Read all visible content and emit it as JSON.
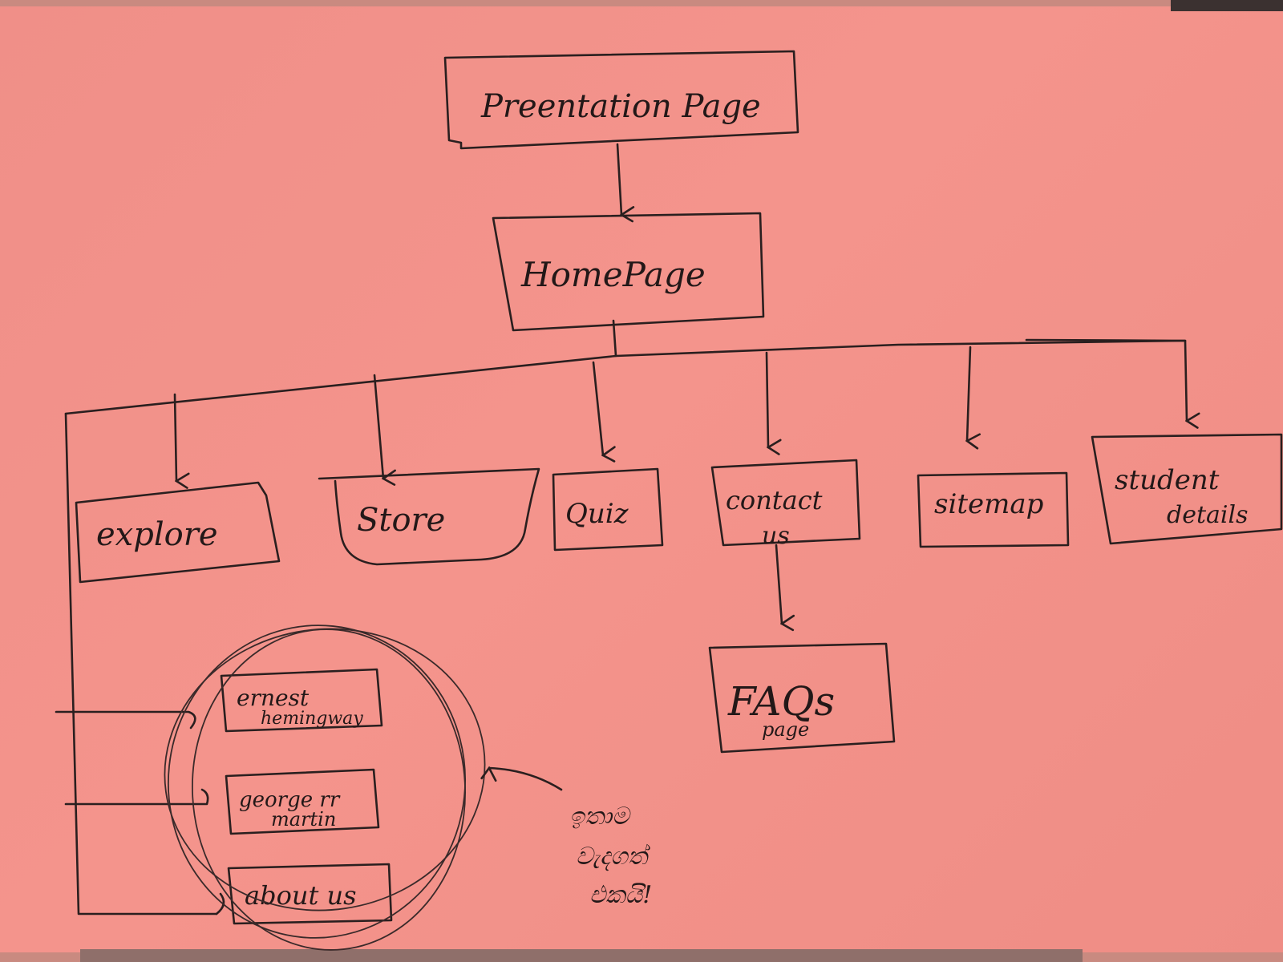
{
  "nodes": {
    "presentation": "Preentation Page",
    "home": "HomePage",
    "explore": "explore",
    "store": "Store",
    "quiz": "Quiz",
    "contact_1": "contact",
    "contact_2": "us",
    "sitemap": "sitemap",
    "student_1": "student",
    "student_2": "details",
    "faqs_1": "FAQs",
    "faqs_2": "page",
    "ernest_1": "ernest",
    "ernest_2": "hemingway",
    "george_1": "george rr",
    "george_2": "martin",
    "about": "about us"
  },
  "annotation": [
    "ඉතාම",
    "වැදගත්",
    "එකයි!"
  ]
}
